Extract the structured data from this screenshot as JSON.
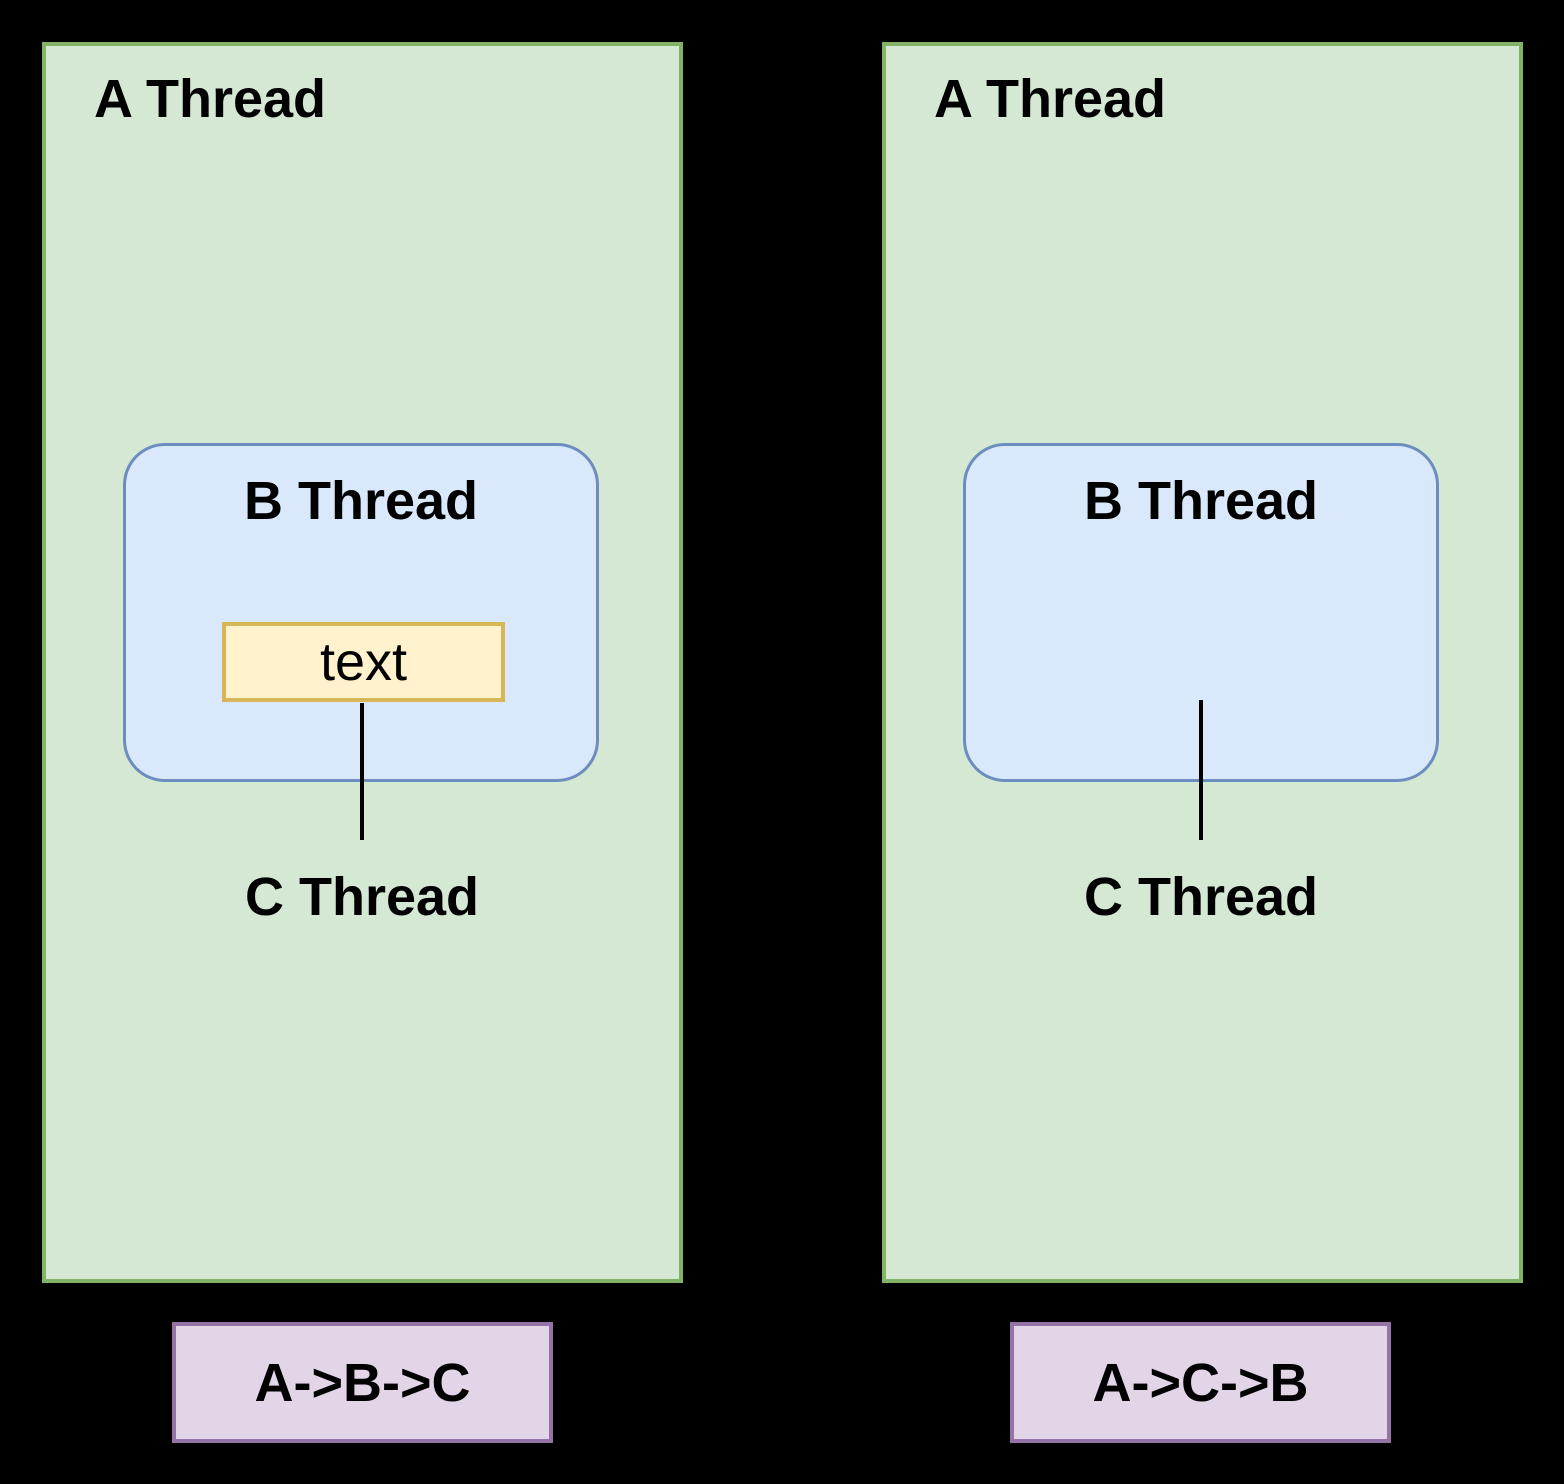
{
  "colors": {
    "canvas_bg": "#000000",
    "green_fill": "#d5e8d4",
    "green_border": "#82b366",
    "blue_fill": "#dae8fc",
    "blue_border": "#6c8ebf",
    "yellow_fill": "#fff2cc",
    "yellow_border": "#d6b656",
    "purple_fill": "#e1d5e7",
    "purple_border": "#9673a6",
    "line_color": "#000000"
  },
  "panels": [
    {
      "outer_label": "A Thread",
      "inner_label": "B Thread",
      "task_label": "text",
      "callee_label": "C Thread",
      "order_label": "A->B->C"
    },
    {
      "outer_label": "A Thread",
      "inner_label": "B Thread",
      "callee_label": "C Thread",
      "order_label": "A->C->B"
    }
  ]
}
